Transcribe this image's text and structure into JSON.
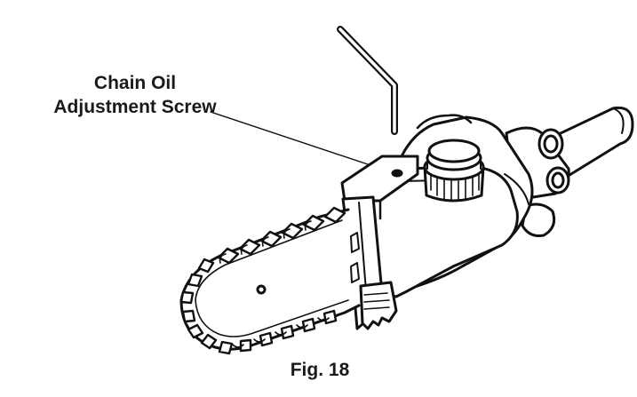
{
  "callout": {
    "line1": "Chain Oil",
    "line2": "Adjustment Screw"
  },
  "caption": "Fig. 18"
}
